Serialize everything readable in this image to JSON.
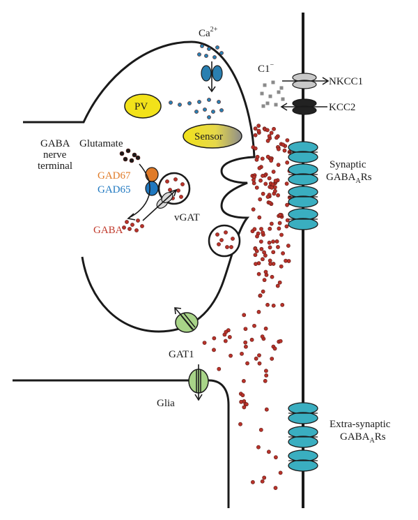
{
  "labels": {
    "ca": "Ca",
    "ca_sup": "2+",
    "cl": "C1",
    "cl_sup": "−",
    "nkcc1": "NKCC1",
    "kcc2": "KCC2",
    "pv": "PV",
    "sensor": "Sensor",
    "gaba_terminal_1": "GABA",
    "gaba_terminal_2": "nerve",
    "gaba_terminal_3": "terminal",
    "glutamate": "Glutamate",
    "gad67": "GAD67",
    "gad65": "GAD65",
    "gaba": "GABA",
    "vgat": "vGAT",
    "synaptic_1": "Synaptic",
    "synaptic_2_pre": "GABA",
    "synaptic_2_sub": "A",
    "synaptic_2_post": "Rs",
    "gat1": "GAT1",
    "glia": "Glia",
    "extra_1": "Extra-synaptic",
    "extra_2_pre": "GABA",
    "extra_2_sub": "A",
    "extra_2_post": "Rs"
  },
  "colors": {
    "outline": "#1a1a1a",
    "gaba_dot": "#b8322a",
    "ca_dot": "#2a7fb0",
    "cl_dot": "#8a8a8a",
    "receptor": "#3aaec0",
    "pv": "#f2e21a",
    "gad67": "#e07b28",
    "gad65": "#1f78c0",
    "gad67_text": "#e07b28",
    "gad65_text": "#1f78c0",
    "gaba_text": "#c0392b",
    "transporter_green": "#a8d488",
    "nkcc1_gray": "#c8c8c8",
    "kcc2_black": "#222222"
  }
}
